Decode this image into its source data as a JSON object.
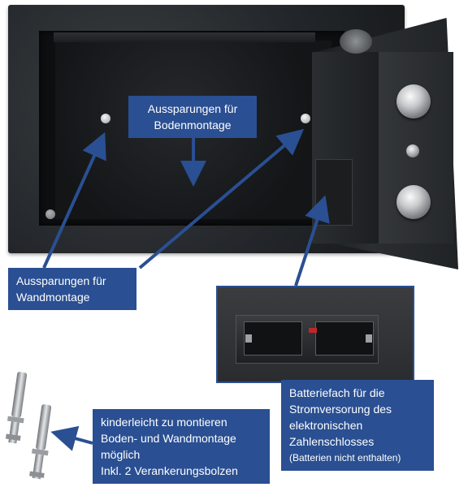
{
  "labels": {
    "floor_mount": [
      "Aussparungen für",
      "Bodenmontage"
    ],
    "wall_mount": [
      "Aussparungen für",
      "Wandmontage"
    ],
    "battery": [
      "Batteriefach für die",
      "Stromversorung des",
      "elektronischen",
      "Zahlenschlosses"
    ],
    "battery_note": "(Batterien nicht enthalten)",
    "install": [
      "kinderleicht zu montieren",
      "Boden- und Wandmontage",
      "möglich",
      "Inkl. 2 Verankerungsbolzen"
    ]
  },
  "colors": {
    "label_bg": "#2a4f92",
    "label_text": "#ffffff",
    "arrow": "#2a4f92",
    "safe_body": "#22262a"
  },
  "icons": [
    "safe-image",
    "battery-compartment-image",
    "anchor-bolt-image",
    "arrow-icon"
  ]
}
